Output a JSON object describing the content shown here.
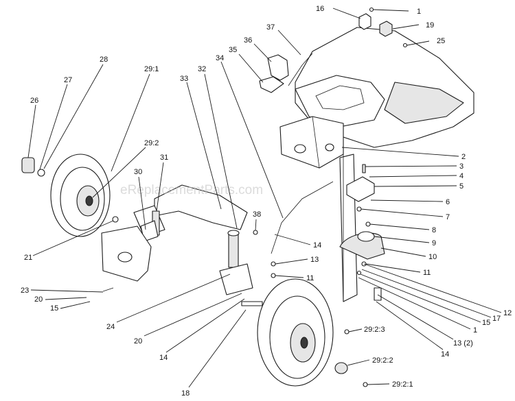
{
  "watermark": "eReplacementParts.com",
  "callouts": [
    {
      "id": "c-1a",
      "text": "1"
    },
    {
      "id": "c-16",
      "text": "16"
    },
    {
      "id": "c-19",
      "text": "19"
    },
    {
      "id": "c-25",
      "text": "25"
    },
    {
      "id": "c-37",
      "text": "37"
    },
    {
      "id": "c-36",
      "text": "36"
    },
    {
      "id": "c-35",
      "text": "35"
    },
    {
      "id": "c-34",
      "text": "34"
    },
    {
      "id": "c-32",
      "text": "32"
    },
    {
      "id": "c-33",
      "text": "33"
    },
    {
      "id": "c-28",
      "text": "28"
    },
    {
      "id": "c-29-1",
      "text": "29:1"
    },
    {
      "id": "c-27",
      "text": "27"
    },
    {
      "id": "c-26",
      "text": "26"
    },
    {
      "id": "c-29-2",
      "text": "29:2"
    },
    {
      "id": "c-31",
      "text": "31"
    },
    {
      "id": "c-30",
      "text": "30"
    },
    {
      "id": "c-38",
      "text": "38"
    },
    {
      "id": "c-21",
      "text": "21"
    },
    {
      "id": "c-23",
      "text": "23"
    },
    {
      "id": "c-20a",
      "text": "20"
    },
    {
      "id": "c-15a",
      "text": "15"
    },
    {
      "id": "c-24",
      "text": "24"
    },
    {
      "id": "c-20b",
      "text": "20"
    },
    {
      "id": "c-14a",
      "text": "14"
    },
    {
      "id": "c-18",
      "text": "18"
    },
    {
      "id": "c-14b",
      "text": "14"
    },
    {
      "id": "c-13a",
      "text": "13"
    },
    {
      "id": "c-11a",
      "text": "11"
    },
    {
      "id": "c-2",
      "text": "2"
    },
    {
      "id": "c-3",
      "text": "3"
    },
    {
      "id": "c-4",
      "text": "4"
    },
    {
      "id": "c-5",
      "text": "5"
    },
    {
      "id": "c-6",
      "text": "6"
    },
    {
      "id": "c-7",
      "text": "7"
    },
    {
      "id": "c-8",
      "text": "8"
    },
    {
      "id": "c-9",
      "text": "9"
    },
    {
      "id": "c-10",
      "text": "10"
    },
    {
      "id": "c-11b",
      "text": "11"
    },
    {
      "id": "c-12",
      "text": "12"
    },
    {
      "id": "c-17",
      "text": "17"
    },
    {
      "id": "c-15b",
      "text": "15"
    },
    {
      "id": "c-1b",
      "text": "1"
    },
    {
      "id": "c-13b",
      "text": "13 (2)"
    },
    {
      "id": "c-14c",
      "text": "14"
    },
    {
      "id": "c-29-2-3",
      "text": "29:2:3"
    },
    {
      "id": "c-29-2-2",
      "text": "29:2:2"
    },
    {
      "id": "c-29-2-1",
      "text": "29:2:1"
    }
  ]
}
